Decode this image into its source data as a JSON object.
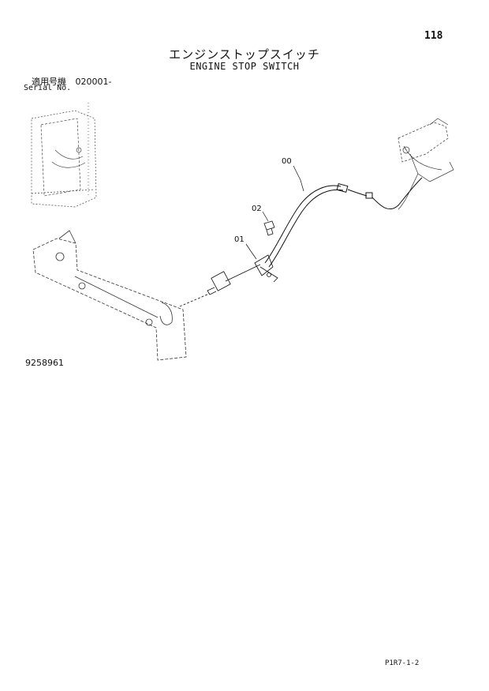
{
  "page": {
    "number": "118",
    "title_jp": "エンジンストップスイッチ",
    "title_en": "ENGINE STOP SWITCH"
  },
  "applicability": {
    "label_jp": "適用号機",
    "serial_from": "020001-",
    "label_en": "Serial No."
  },
  "diagram": {
    "callouts": [
      {
        "id": "00"
      },
      {
        "id": "02"
      },
      {
        "id": "01"
      }
    ]
  },
  "drawing_number": "9258961",
  "footer_code": "P1R7-1-2"
}
